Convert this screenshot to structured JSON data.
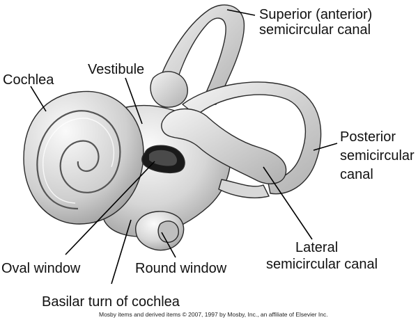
{
  "labels": {
    "superior_line1": "Superior (anterior)",
    "superior_line2": "semicircular canal",
    "cochlea": "Cochlea",
    "vestibule": "Vestibule",
    "posterior_line1": "Posterior",
    "posterior_line2": "semicircular",
    "posterior_line3": "canal",
    "oval_window": "Oval window",
    "round_window": "Round window",
    "lateral_line1": "Lateral",
    "lateral_line2": "semicircular canal",
    "basilar_turn": "Basilar turn of cochlea"
  },
  "credit": "Mosby items and derived items © 2007, 1997 by Mosby, Inc., an affiliate of Elsevier Inc.",
  "colors": {
    "bone_light": "#f2f2f2",
    "bone_mid": "#c4c4c4",
    "bone_dark": "#8a8a8a",
    "outline": "#2a2a2a",
    "label": "#111111"
  }
}
